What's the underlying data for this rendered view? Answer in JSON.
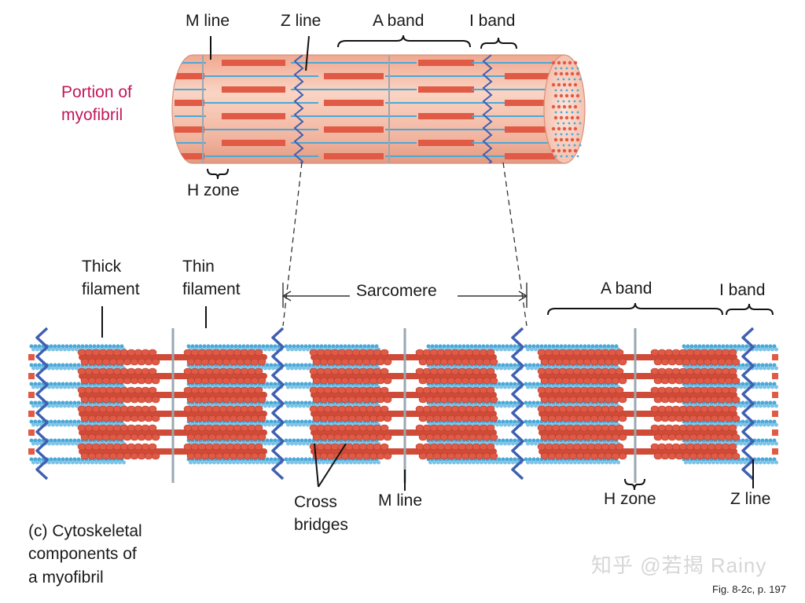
{
  "top_labels": {
    "m_line": "M line",
    "z_line": "Z line",
    "a_band": "A band",
    "i_band": "I band",
    "h_zone": "H zone",
    "portion": "Portion of\nmyofibril"
  },
  "bottom_labels": {
    "thick": "Thick\nfilament",
    "thin": "Thin\nfilament",
    "sarcomere": "Sarcomere",
    "a_band": "A band",
    "i_band": "I band",
    "cross": "Cross\nbridges",
    "m_line": "M line",
    "h_zone": "H zone",
    "z_line": "Z line"
  },
  "caption": "(c) Cytoskeletal\ncomponents of\na myofibril",
  "watermark": "知乎 @若揭 Rainy",
  "figref": "Fig. 8-2c, p. 197",
  "colors": {
    "thick_filament": "#e05a46",
    "thin_filament": "#4aa8d8",
    "z_line": "#3f5fb0",
    "m_line": "#9aa7b0",
    "cylinder": "#f4b6a0"
  }
}
